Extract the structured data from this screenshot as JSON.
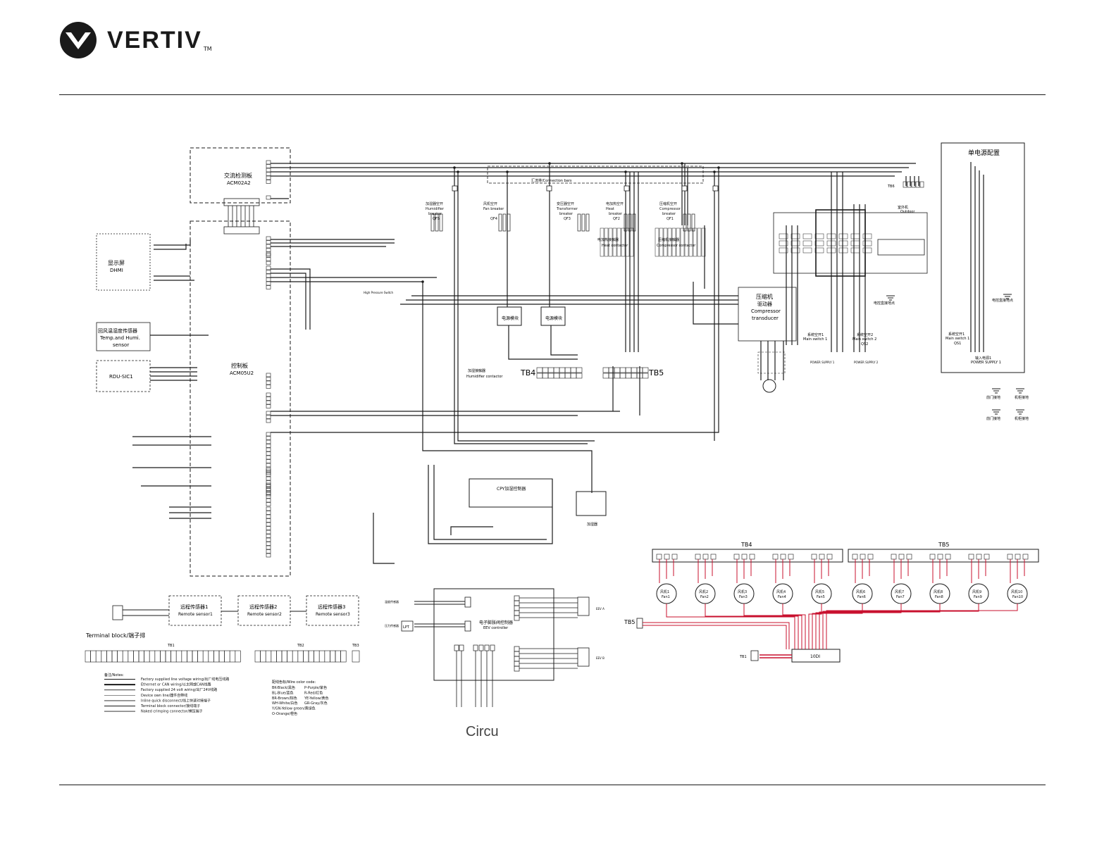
{
  "brand": {
    "name": "VERTIV",
    "tm": "TM",
    "logo_icon": "vertiv-chevron-icon"
  },
  "caption": "Circu",
  "colors": {
    "line": "#1a1a1a",
    "fan_wire": "#c8102e"
  },
  "blocks": {
    "acm_detect": {
      "title": "交流检测板",
      "subtitle": "ACM02A2"
    },
    "control_board": {
      "title": "控制板",
      "subtitle": "ACM05U2"
    },
    "display": {
      "title": "显示屏",
      "subtitle": "DHMI"
    },
    "temp_humi": {
      "title": "回风温湿度传感器",
      "subtitle": "Temp.and Humi.",
      "line3": "sensor"
    },
    "rdu": {
      "title": "RDU-SIC1"
    },
    "single_power": {
      "title": "单电源配置",
      "switch1": "系统空开1",
      "switch1_en": "Main switch 1",
      "qs1": "QS1",
      "input1": "输入电源1",
      "supply1": "POWER SUPPLY 1"
    },
    "compressor_trans": {
      "title": "压缩机",
      "line2": "驱动器",
      "line3": "Compressor",
      "line4": "transducer"
    },
    "humidifier_ctrl": {
      "title": "CPY加湿控制器"
    },
    "eev": {
      "title": "电子膨胀阀控制器",
      "subtitle": "EEV controller"
    },
    "remote1": {
      "title": "远程传感器1",
      "subtitle": "Remote sensor1"
    },
    "remote2": {
      "title": "远程传感器2",
      "subtitle": "Remote sensor2"
    },
    "remote3": {
      "title": "远程传感器3",
      "subtitle": "Remote sensor3"
    }
  },
  "breakers": [
    {
      "cn": "加湿器空开",
      "en1": "Humidifier",
      "en2": "breaker",
      "tag": "QF5"
    },
    {
      "cn": "风机空开",
      "en1": "Fan breaker",
      "en2": "",
      "tag": "QF4"
    },
    {
      "cn": "变压器空开",
      "en1": "Transformer",
      "en2": "breaker",
      "tag": "QF3"
    },
    {
      "cn": "电加热空开",
      "en1": "Heat",
      "en2": "breaker",
      "tag": "QF2"
    },
    {
      "cn": "压缩机空开",
      "en1": "Compressor",
      "en2": "breaker",
      "tag": "QF1"
    }
  ],
  "labels": {
    "tb4": "TB4",
    "tb5": "TB5",
    "tb6": "TB6",
    "tb1": "TB1",
    "tb2": "TB2",
    "tb3": "TB3",
    "tb5_small": "TB5",
    "fan_board": "10DI",
    "terminal_block": "Terminal block/端子排",
    "connection_bars": "汇流排/Connection bars",
    "outdoor": "室外机",
    "outdoor_en": "Outdoor",
    "heat_contactor": "电加热接触器",
    "heat_contactor_en": "Heat contactor",
    "comp_contactor": "压缩机接触器",
    "comp_contactor_en": "Compressor contactor",
    "humid_contactor": "加湿接触器",
    "humid_contactor_en": "Humidifier contactor",
    "high_pressure_switch": "High Pressure Switch",
    "psu1": "电源模块",
    "psu2": "电源模块",
    "ground_elec": "电控盒接地点",
    "ground_elec2": "电控盒接地点",
    "main_switch2": "系统空开2",
    "main_switch2_en": "Main switch 2",
    "qs2": "QS2",
    "main_switch1": "系统空开1",
    "main_switch1_en": "Main switch 1",
    "supply1": "POWER SUPPLY 1",
    "supply2": "POWER SUPPLY 2",
    "door_ground": "前门接地",
    "cabinet_ground": "机柜接地",
    "humidifier": "加湿器",
    "temp_sensor": "温度传感器",
    "pressure_sensor": "压力传感器",
    "lpt": "LPT",
    "eev_a": "EEV A",
    "eev_b": "EEV B",
    "notes_title": "备注/Notes:",
    "color_code": "配线色标/Wire color code:"
  },
  "notes": [
    "Factory supplied line voltage wiring/出厂线电压线路",
    "Ethernet or CAN wiring/以太网或CAN线路",
    "Factory supplied 24 volt wiring/出厂24V线路",
    "Device own line/器件自带线",
    "Inline quick disconnect/线上快速对接端子",
    "Terminal block connector/接线端子",
    "Naked crimping connector/裸压端子"
  ],
  "wire_colors": [
    "BK-Black/黑色",
    "BL-Blue/蓝色",
    "BR-Brown/棕色",
    "WH-White/白色",
    "Y/GN-Yellow green/黄绿色",
    "O-Orange/橙色",
    "P-Purple/紫色",
    "R-Red/红色",
    "YE-Yellow/黄色",
    "GR-Gray/灰色"
  ],
  "fans": [
    {
      "cn": "风机1",
      "en": "Fan1"
    },
    {
      "cn": "风机2",
      "en": "Fan2"
    },
    {
      "cn": "风机3",
      "en": "Fan3"
    },
    {
      "cn": "风机4",
      "en": "Fan4"
    },
    {
      "cn": "风机5",
      "en": "Fan5"
    },
    {
      "cn": "风机6",
      "en": "Fan6"
    },
    {
      "cn": "风机7",
      "en": "Fan7"
    },
    {
      "cn": "风机8",
      "en": "Fan8"
    },
    {
      "cn": "风机9",
      "en": "Fan9"
    },
    {
      "cn": "风机10",
      "en": "Fan10"
    }
  ]
}
